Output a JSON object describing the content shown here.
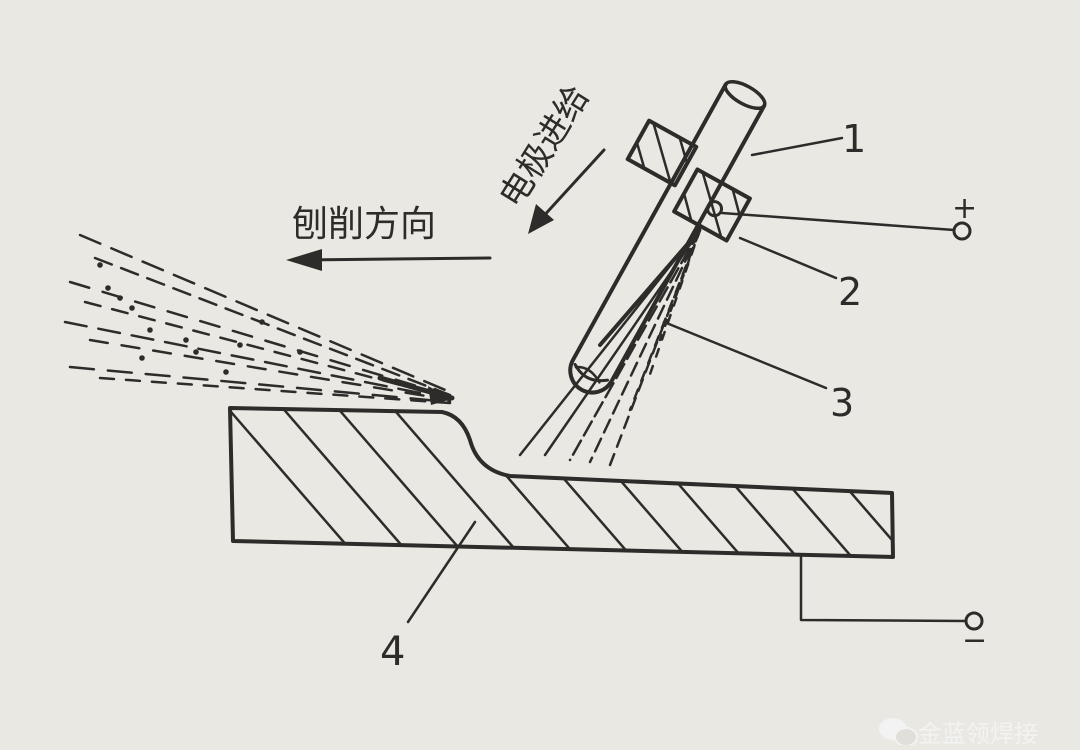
{
  "labels": {
    "planing_direction": "刨削方向",
    "electrode_feed": "电极进给",
    "plus": "+",
    "minus": "−",
    "num1": "1",
    "num2": "2",
    "num3": "3",
    "num4": "4"
  },
  "watermark": {
    "text": "金蓝领焊接",
    "icon": "wechat-icon"
  },
  "colors": {
    "ink": "#2e2c2a",
    "paper": "#e9e8e2",
    "watermark": "#f3f3f3"
  }
}
